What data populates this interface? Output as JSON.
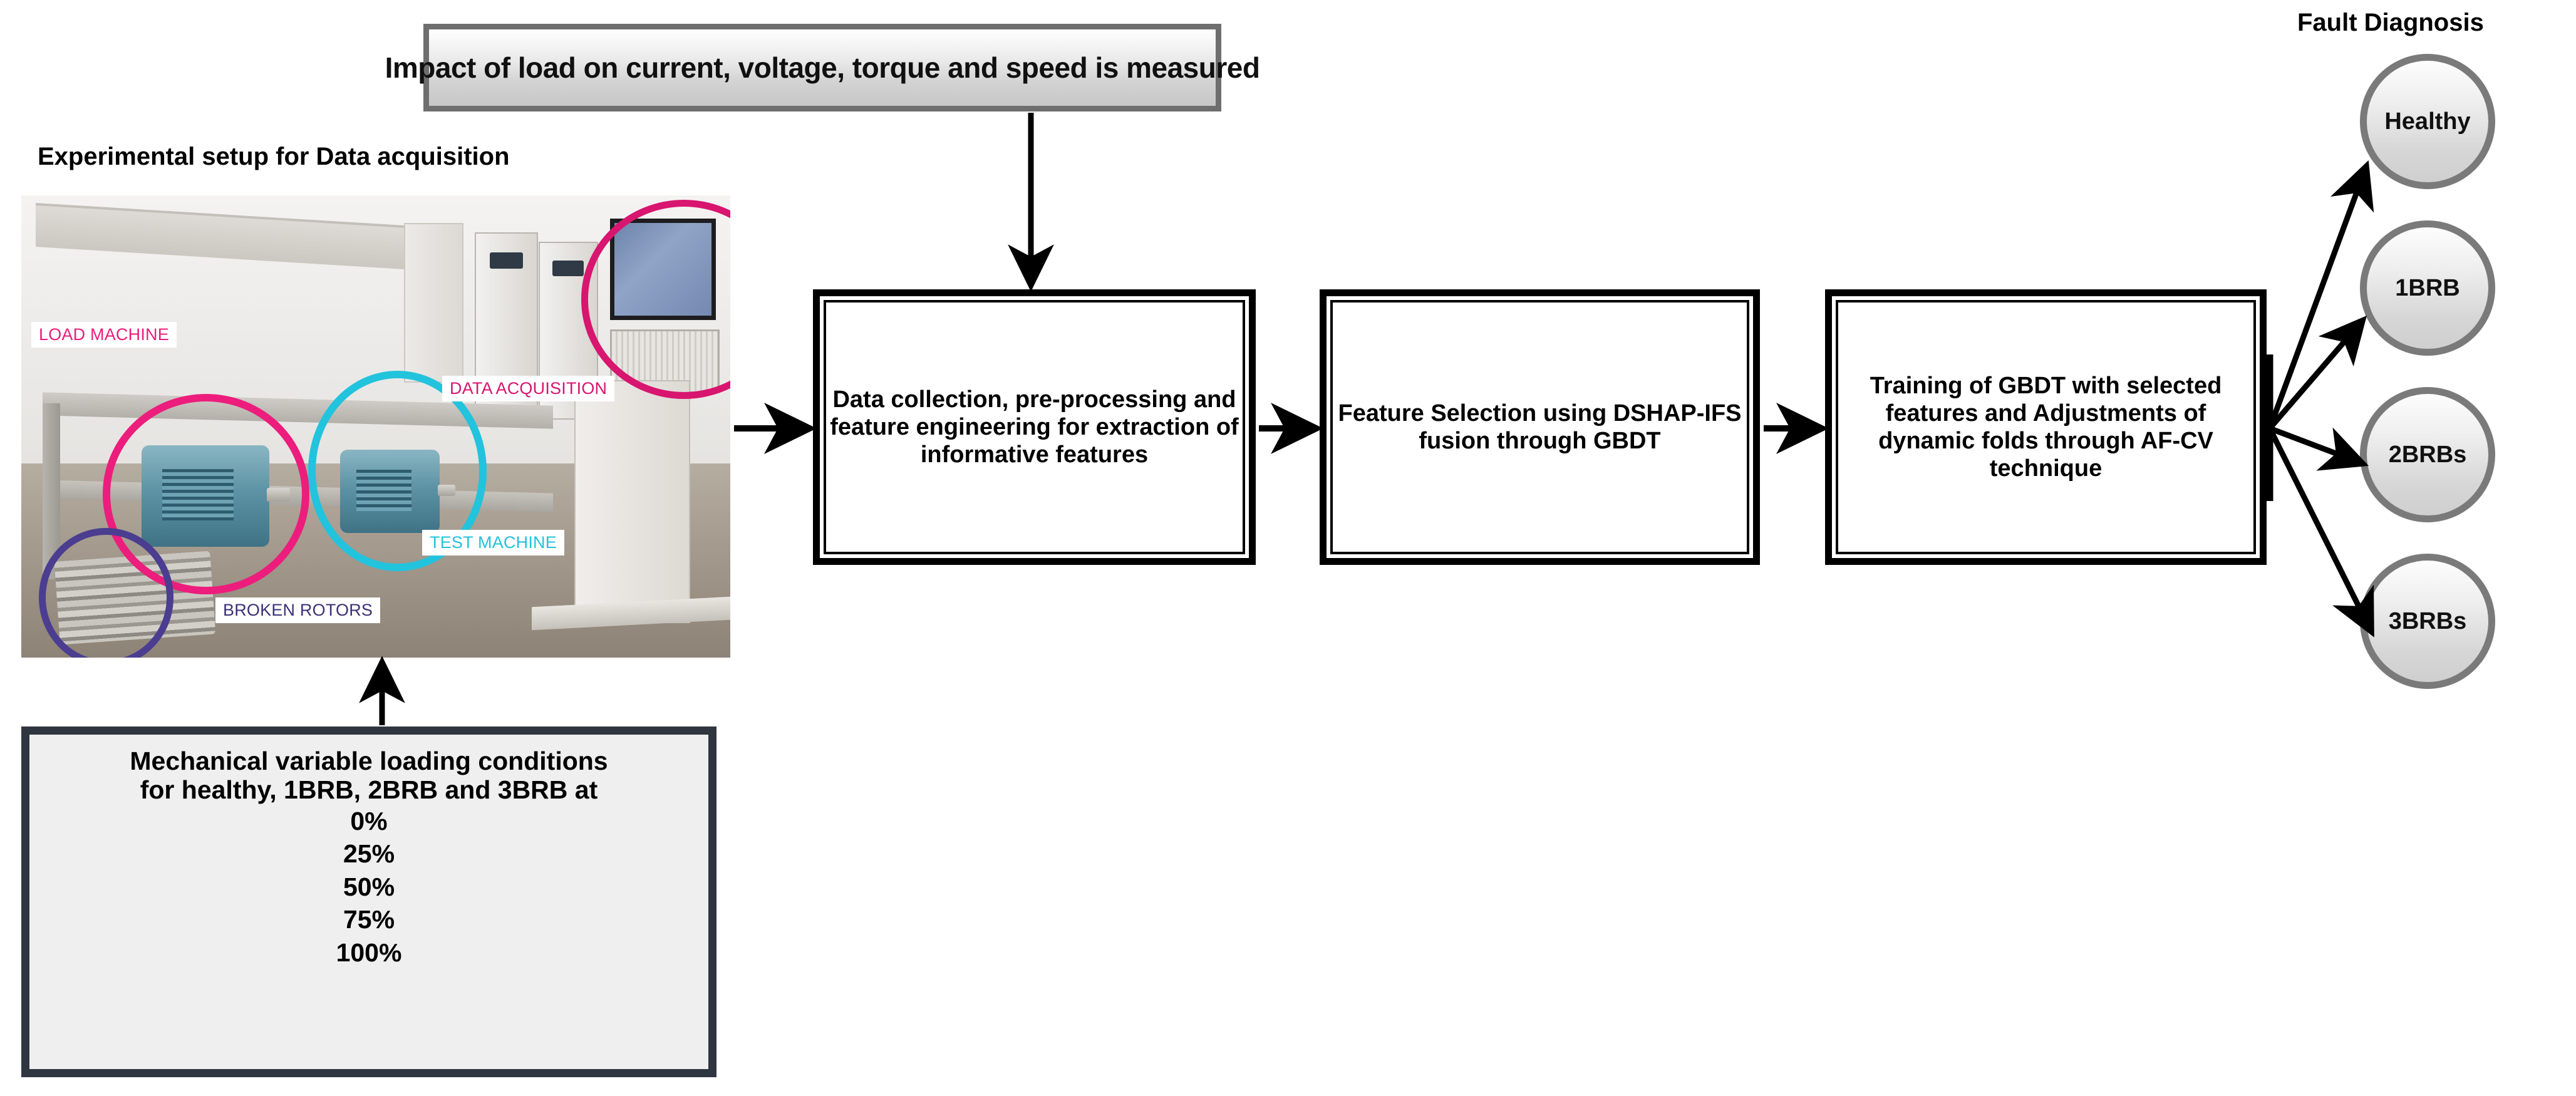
{
  "banner": {
    "text": "Impact of load on current, voltage, torque and speed is measured"
  },
  "photo_section": {
    "heading": "Experimental setup for Data acquisition",
    "annotations": [
      {
        "label": "LOAD MACHINE",
        "color": "#ec1d7c"
      },
      {
        "label": "DATA ACQUISITION",
        "color": "#d8156f"
      },
      {
        "label": "TEST MACHINE",
        "color": "#22c3dd"
      },
      {
        "label": "BROKEN ROTORS",
        "color": "#3b3277"
      }
    ]
  },
  "loading_box": {
    "title_line1": "Mechanical variable loading conditions",
    "title_line2": "for healthy, 1BRB, 2BRB and 3BRB at",
    "levels": [
      "0%",
      "25%",
      "50%",
      "75%",
      "100%"
    ],
    "border_color": "#2f3640",
    "fill_color": "#efefef"
  },
  "pipeline": {
    "steps": [
      {
        "text": "Data collection, pre-processing and feature engineering for extraction of informative features"
      },
      {
        "text": "Feature Selection using DSHAP-IFS fusion through GBDT"
      },
      {
        "text": "Training of GBDT with selected features and Adjustments of dynamic folds through AF-CV technique"
      }
    ]
  },
  "fault_diagnosis": {
    "title": "Fault Diagnosis",
    "classes": [
      "Healthy",
      "1BRB",
      "2BRBs",
      "3BRBs"
    ],
    "circle_border_color": "#7a7a7a"
  }
}
